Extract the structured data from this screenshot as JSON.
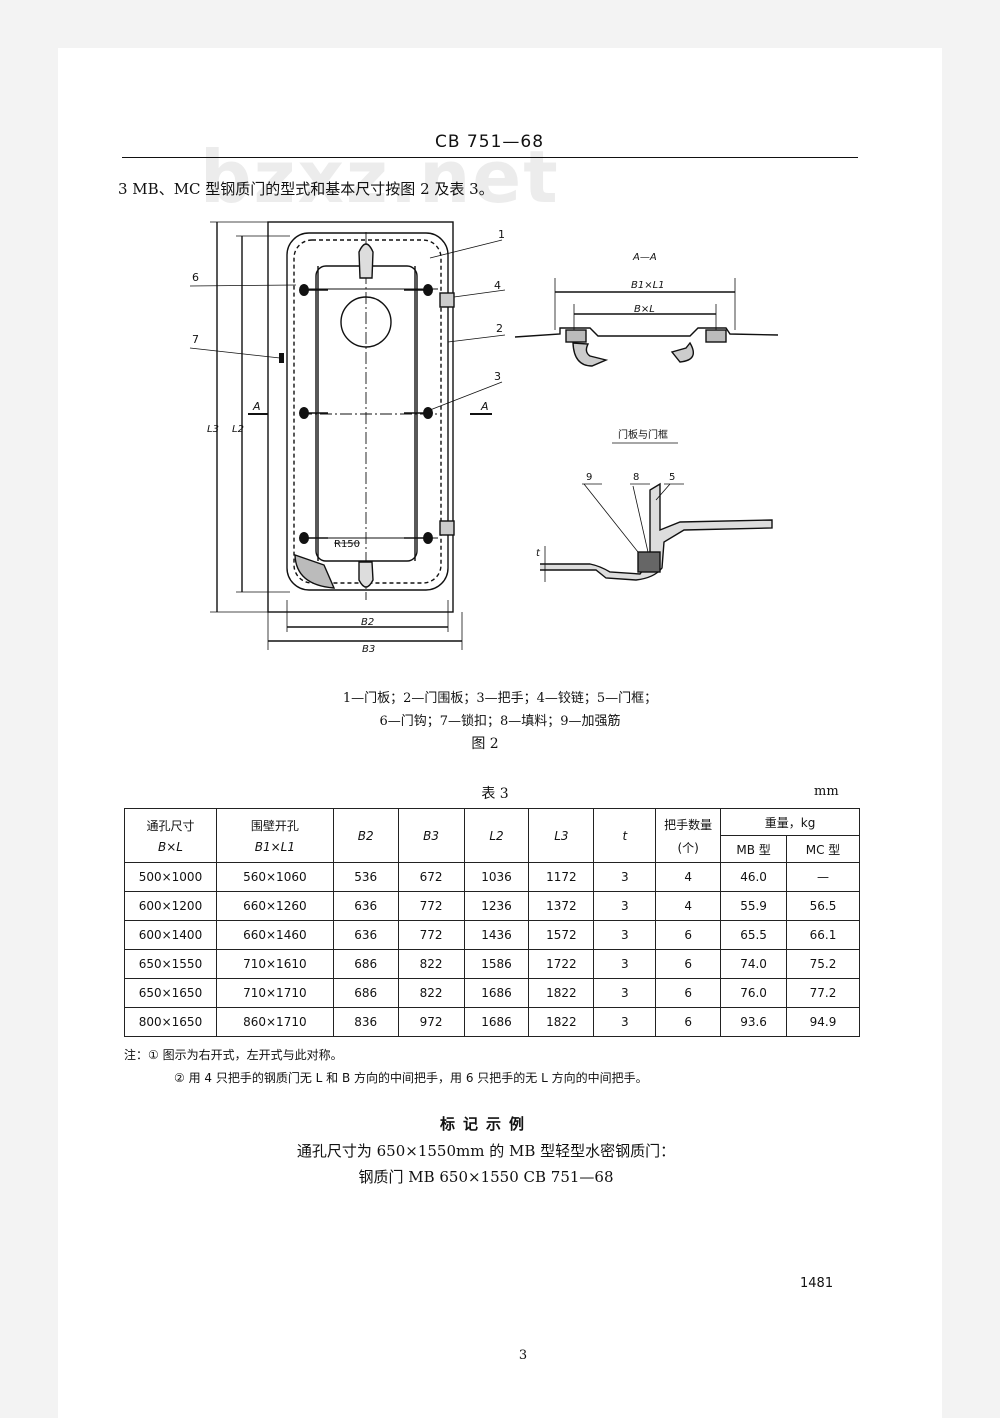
{
  "header": {
    "code": "CB 751—68"
  },
  "watermark": "bzxz.net",
  "intro": "3  MB、MC 型钢质门的型式和基本尺寸按图 2 及表 3。",
  "figure": {
    "labels": {
      "n1": "1",
      "n2": "2",
      "n3": "3",
      "n4": "4",
      "n5": "5",
      "n6": "6",
      "n7": "7",
      "n8": "8",
      "n9": "9",
      "section_a": "A",
      "r150": "R150",
      "l3": "L3",
      "l2": "L2",
      "b2": "B2",
      "b3": "B3",
      "aa": "A—A",
      "b1l1": "B1×L1",
      "bl": "B×L",
      "door_frame": "门板与门框",
      "t": "t"
    },
    "caption1": "1—门板；2—门围板；3—把手；4—铰链；5—门框；",
    "caption2": "6—门钩；7—锁扣；8—填料；9—加强筋",
    "number": "图 2"
  },
  "table": {
    "title": "表 3",
    "unit": "mm",
    "headers": {
      "hole_size": "通孔尺寸",
      "hole_size_sub": "B×L",
      "wall_opening": "围壁开孔",
      "wall_opening_sub": "B1×L1",
      "b2": "B2",
      "b3": "B3",
      "l2": "L2",
      "l3": "L3",
      "t": "t",
      "handles": "把手数量",
      "handles_sub": "(个)",
      "weight": "重量，kg",
      "mb": "MB 型",
      "mc": "MC 型"
    },
    "rows": [
      [
        "500×1000",
        "560×1060",
        "536",
        "672",
        "1036",
        "1172",
        "3",
        "4",
        "46.0",
        "—"
      ],
      [
        "600×1200",
        "660×1260",
        "636",
        "772",
        "1236",
        "1372",
        "3",
        "4",
        "55.9",
        "56.5"
      ],
      [
        "600×1400",
        "660×1460",
        "636",
        "772",
        "1436",
        "1572",
        "3",
        "6",
        "65.5",
        "66.1"
      ],
      [
        "650×1550",
        "710×1610",
        "686",
        "822",
        "1586",
        "1722",
        "3",
        "6",
        "74.0",
        "75.2"
      ],
      [
        "650×1650",
        "710×1710",
        "686",
        "822",
        "1686",
        "1822",
        "3",
        "6",
        "76.0",
        "77.2"
      ],
      [
        "800×1650",
        "860×1710",
        "836",
        "972",
        "1686",
        "1822",
        "3",
        "6",
        "93.6",
        "94.9"
      ]
    ]
  },
  "notes": [
    "注：① 图示为右开式，左开式与此对称。",
    "② 用 4 只把手的钢质门无 L 和 B 方向的中间把手，用 6 只把手的无 L 方向的中间把手。"
  ],
  "marking": {
    "title": "标记示例",
    "line1": "通孔尺寸为 650×1550mm 的 MB 型轻型水密钢质门：",
    "line2": "钢质门   MB 650×1550   CB 751—68"
  },
  "page_number": "1481",
  "footer_number": "3"
}
